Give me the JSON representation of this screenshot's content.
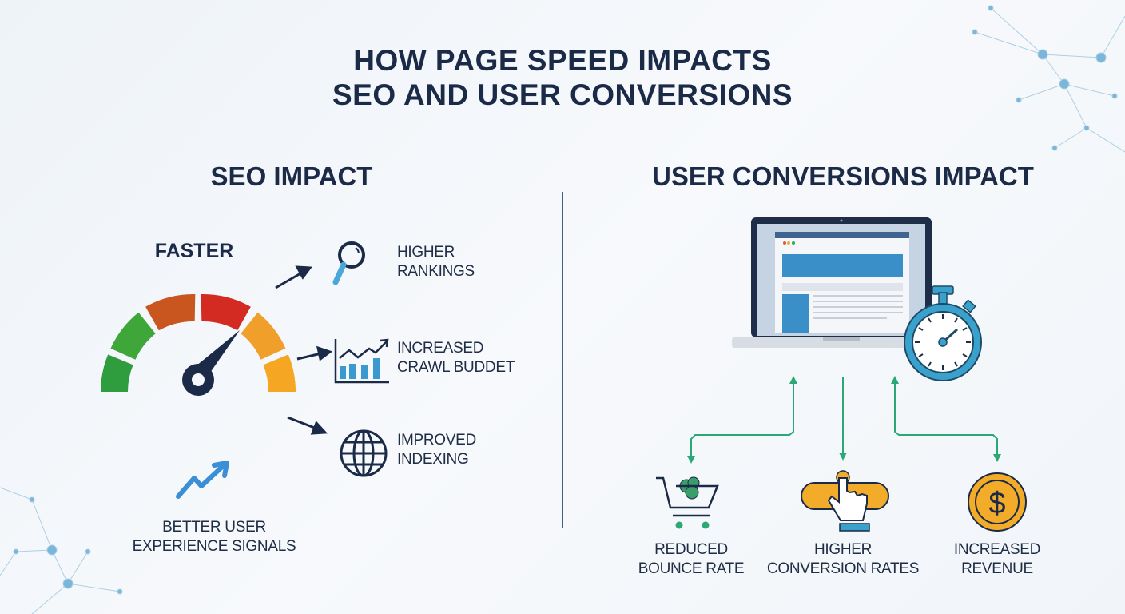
{
  "title": {
    "line1": "HOW PAGE SPEED IMPACTS",
    "line2": "SEO AND USER CONVERSIONS"
  },
  "seo": {
    "heading": "SEO IMPACT",
    "gauge_label": "FASTER",
    "benefits": [
      {
        "icon": "magnifier-icon",
        "line1": "HIGHER",
        "line2": "RANKINGS"
      },
      {
        "icon": "bar-chart-trend-icon",
        "line1": "INCREASED",
        "line2": "CRAWL BUDDET"
      },
      {
        "icon": "globe-icon",
        "line1": "IMPROVED",
        "line2": "INDEXING"
      }
    ],
    "ux": {
      "icon": "trend-up-arrow-icon",
      "line1": "BETTER USER",
      "line2": "EXPERIENCE SIGNALS"
    }
  },
  "conversions": {
    "heading": "USER CONVERSIONS IMPACT",
    "outcomes": [
      {
        "icon": "shopping-cart-icon",
        "line1": "REDUCED",
        "line2": "BOUNCE RATE"
      },
      {
        "icon": "click-button-icon",
        "line1": "HIGHER",
        "line2": "CONVERSION RATES"
      },
      {
        "icon": "dollar-coin-icon",
        "line1": "INCREASED",
        "line2": "REVENUE"
      }
    ]
  },
  "colors": {
    "navy": "#1b2a47",
    "green": "#2aa876",
    "blue": "#3a8fc8",
    "gold": "#f2ac2a"
  }
}
